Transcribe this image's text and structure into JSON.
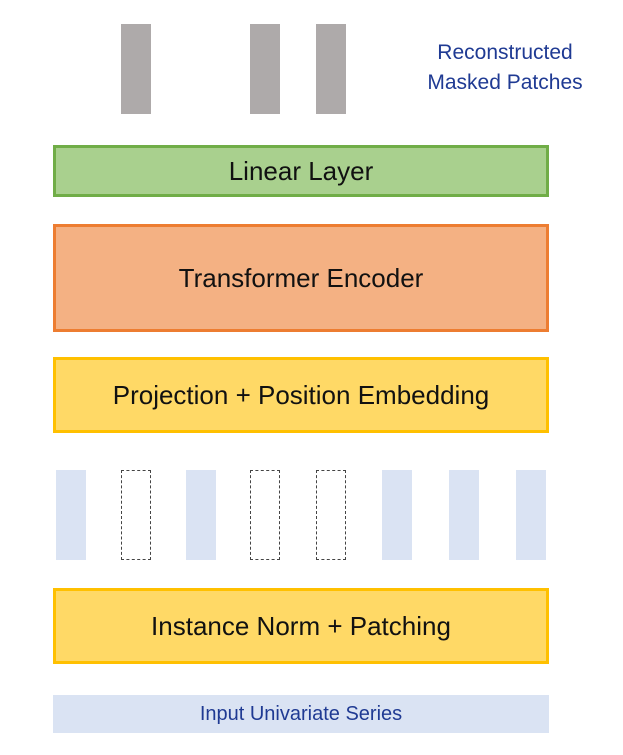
{
  "title": "",
  "reconstructed_label": {
    "line1": "Reconstructed",
    "line2": "Masked Patches"
  },
  "output_patches": {
    "count": 3,
    "positions": [
      "patch-2",
      "patch-4",
      "patch-5"
    ],
    "color": "#aeaaaa"
  },
  "blocks": {
    "linear_layer": "Linear Layer",
    "transformer_encoder": "Transformer Encoder",
    "projection_embedding": "Projection + Position Embedding",
    "instance_norm": "Instance Norm + Patching"
  },
  "input_patches": {
    "states": [
      "visible",
      "masked",
      "visible",
      "masked",
      "masked",
      "visible",
      "visible",
      "visible"
    ],
    "visible_color": "#dae3f3"
  },
  "input_series": "Input Univariate Series",
  "colors": {
    "linear_fill": "#a9d08e",
    "linear_border": "#70ad47",
    "encoder_fill": "#f4b183",
    "encoder_border": "#ed7d31",
    "yellow_fill": "#ffd966",
    "yellow_border": "#ffc000",
    "label_blue": "#1f3a93"
  }
}
